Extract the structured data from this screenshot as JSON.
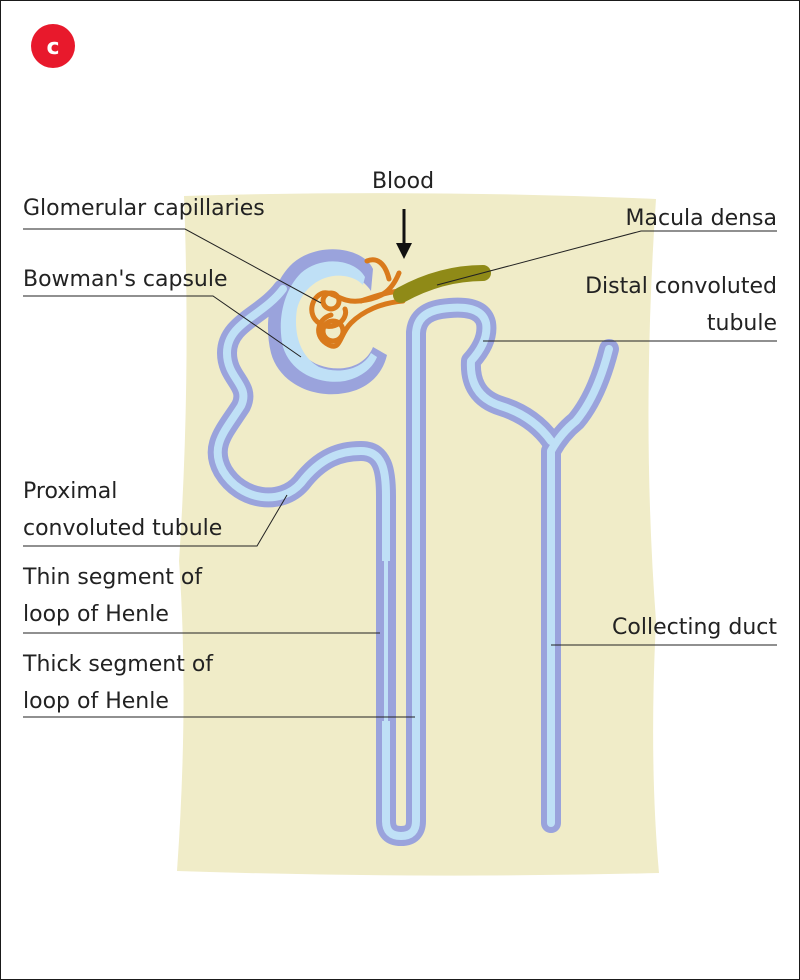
{
  "figure": {
    "panel_letter": "c",
    "colors": {
      "badge": "#e8192c",
      "background_patch": "#f0ecc8",
      "tubule_wall": "#9aa3dc",
      "tubule_lumen": "#bfe0f6",
      "capillaries": "#d97a1c",
      "macula_densa": "#8f8a17",
      "line": "#222222"
    },
    "labels": {
      "blood": "Blood",
      "glomerular_capillaries": "Glomerular capillaries",
      "macula_densa": "Macula densa",
      "bowmans_capsule": "Bowman's capsule",
      "distal_line1": "Distal convoluted",
      "distal_line2": "tubule",
      "proximal_line1": "Proximal",
      "proximal_line2": "convoluted tubule",
      "thin_line1": "Thin segment of",
      "thin_line2": "loop of Henle",
      "collecting_duct": "Collecting duct",
      "thick_line1": "Thick segment of",
      "thick_line2": "loop of Henle"
    }
  }
}
